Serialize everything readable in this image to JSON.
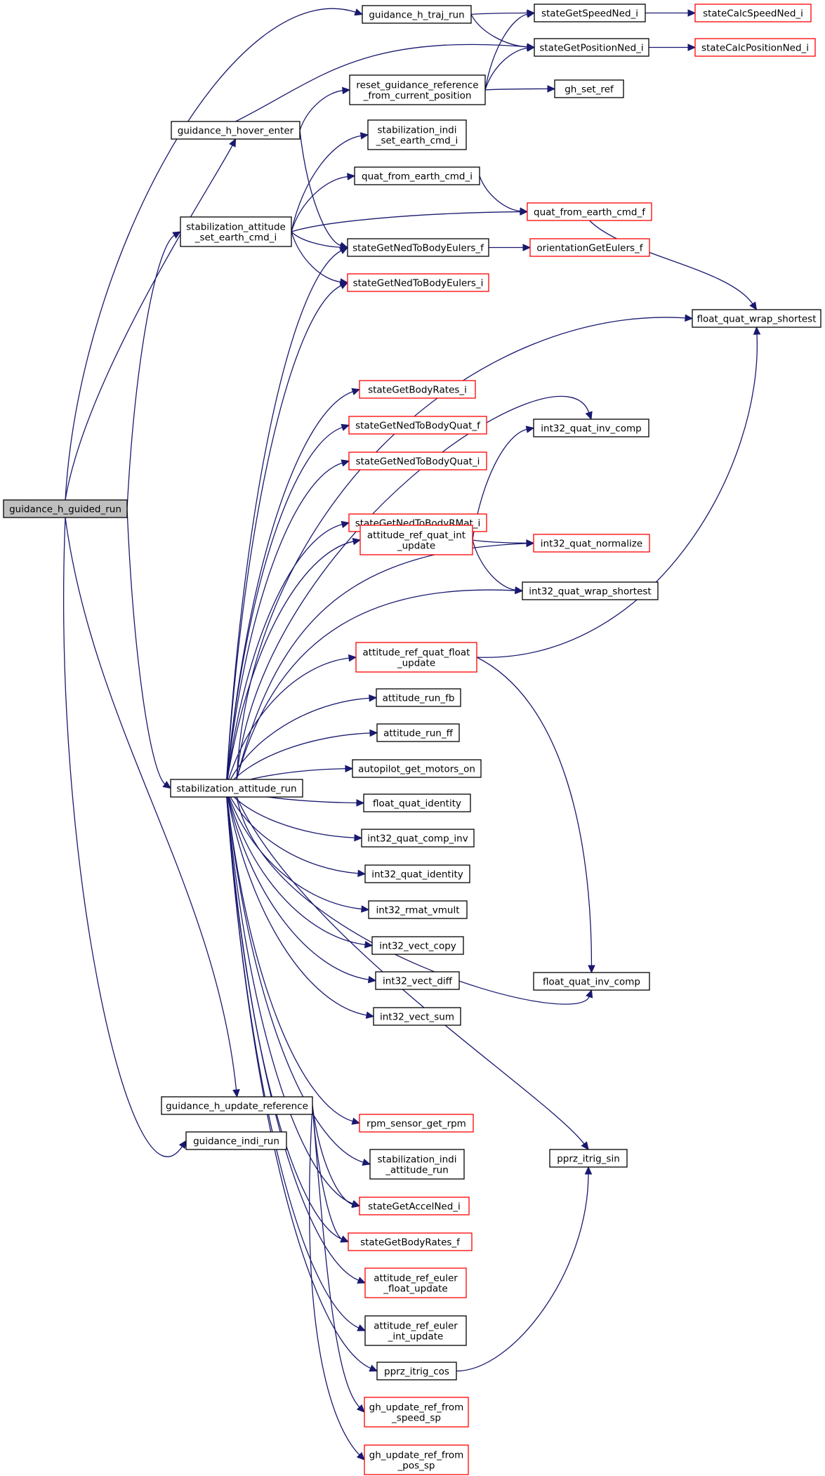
{
  "colors": {
    "edge": "#191970",
    "border_normal": "#000000",
    "border_external": "#ff0000",
    "fill_root": "#bfbfbf",
    "fill_normal": "#ffffff"
  },
  "nodes": [
    {
      "id": "root",
      "lines": [
        "guidance_h_guided_run"
      ],
      "kind": "root"
    },
    {
      "id": "traj",
      "lines": [
        "guidance_h_traj_run"
      ],
      "kind": "normal"
    },
    {
      "id": "speedi",
      "lines": [
        "stateGetSpeedNed_i"
      ],
      "kind": "normal"
    },
    {
      "id": "calcspeed",
      "lines": [
        "stateCalcSpeedNed_i"
      ],
      "kind": "external"
    },
    {
      "id": "posi",
      "lines": [
        "stateGetPositionNed_i"
      ],
      "kind": "normal"
    },
    {
      "id": "calcpos",
      "lines": [
        "stateCalcPositionNed_i"
      ],
      "kind": "external"
    },
    {
      "id": "reset",
      "lines": [
        "reset_guidance_reference",
        "_from_current_position"
      ],
      "kind": "normal"
    },
    {
      "id": "ghset",
      "lines": [
        "gh_set_ref"
      ],
      "kind": "normal"
    },
    {
      "id": "hover",
      "lines": [
        "guidance_h_hover_enter"
      ],
      "kind": "normal"
    },
    {
      "id": "stabindiset",
      "lines": [
        "stabilization_indi",
        "_set_earth_cmd_i"
      ],
      "kind": "normal"
    },
    {
      "id": "stabset",
      "lines": [
        "stabilization_attitude",
        "_set_earth_cmd_i"
      ],
      "kind": "normal"
    },
    {
      "id": "quatecmdi",
      "lines": [
        "quat_from_earth_cmd_i"
      ],
      "kind": "normal"
    },
    {
      "id": "quatecmdf",
      "lines": [
        "quat_from_earth_cmd_f"
      ],
      "kind": "external"
    },
    {
      "id": "eulersf",
      "lines": [
        "stateGetNedToBodyEulers_f"
      ],
      "kind": "normal"
    },
    {
      "id": "orient",
      "lines": [
        "orientationGetEulers_f"
      ],
      "kind": "external"
    },
    {
      "id": "eulersi",
      "lines": [
        "stateGetNedToBodyEulers_i"
      ],
      "kind": "external"
    },
    {
      "id": "fqws",
      "lines": [
        "float_quat_wrap_shortest"
      ],
      "kind": "normal"
    },
    {
      "id": "bodyratesi",
      "lines": [
        "stateGetBodyRates_i"
      ],
      "kind": "external"
    },
    {
      "id": "i32inv",
      "lines": [
        "int32_quat_inv_comp"
      ],
      "kind": "normal"
    },
    {
      "id": "bquatf",
      "lines": [
        "stateGetNedToBodyQuat_f"
      ],
      "kind": "external"
    },
    {
      "id": "bquati",
      "lines": [
        "stateGetNedToBodyQuat_i"
      ],
      "kind": "external"
    },
    {
      "id": "brmati",
      "lines": [
        "stateGetNedToBodyRMat_i"
      ],
      "kind": "external"
    },
    {
      "id": "arqint",
      "lines": [
        "attitude_ref_quat_int",
        "_update"
      ],
      "kind": "external"
    },
    {
      "id": "i32norm",
      "lines": [
        "int32_quat_normalize"
      ],
      "kind": "external"
    },
    {
      "id": "i32ws",
      "lines": [
        "int32_quat_wrap_shortest"
      ],
      "kind": "normal"
    },
    {
      "id": "arqf",
      "lines": [
        "attitude_ref_quat_float",
        "_update"
      ],
      "kind": "external"
    },
    {
      "id": "runfb",
      "lines": [
        "attitude_run_fb"
      ],
      "kind": "normal"
    },
    {
      "id": "runff",
      "lines": [
        "attitude_run_ff"
      ],
      "kind": "normal"
    },
    {
      "id": "stabrun",
      "lines": [
        "stabilization_attitude_run"
      ],
      "kind": "normal"
    },
    {
      "id": "motors",
      "lines": [
        "autopilot_get_motors_on"
      ],
      "kind": "normal"
    },
    {
      "id": "fqid",
      "lines": [
        "float_quat_identity"
      ],
      "kind": "normal"
    },
    {
      "id": "i32cinv",
      "lines": [
        "int32_quat_comp_inv"
      ],
      "kind": "normal"
    },
    {
      "id": "i32id",
      "lines": [
        "int32_quat_identity"
      ],
      "kind": "normal"
    },
    {
      "id": "rmat",
      "lines": [
        "int32_rmat_vmult"
      ],
      "kind": "normal"
    },
    {
      "id": "vcopy",
      "lines": [
        "int32_vect_copy"
      ],
      "kind": "normal"
    },
    {
      "id": "vdiff",
      "lines": [
        "int32_vect_diff"
      ],
      "kind": "normal"
    },
    {
      "id": "fqinv",
      "lines": [
        "float_quat_inv_comp"
      ],
      "kind": "normal"
    },
    {
      "id": "vsum",
      "lines": [
        "int32_vect_sum"
      ],
      "kind": "normal"
    },
    {
      "id": "updref",
      "lines": [
        "guidance_h_update_reference"
      ],
      "kind": "normal"
    },
    {
      "id": "rpm",
      "lines": [
        "rpm_sensor_get_rpm"
      ],
      "kind": "external"
    },
    {
      "id": "indirun",
      "lines": [
        "guidance_indi_run"
      ],
      "kind": "normal"
    },
    {
      "id": "stabindirun",
      "lines": [
        "stabilization_indi",
        "_attitude_run"
      ],
      "kind": "normal"
    },
    {
      "id": "sin",
      "lines": [
        "pprz_itrig_sin"
      ],
      "kind": "normal"
    },
    {
      "id": "accel",
      "lines": [
        "stateGetAccelNed_i"
      ],
      "kind": "external"
    },
    {
      "id": "bodyratesf",
      "lines": [
        "stateGetBodyRates_f"
      ],
      "kind": "external"
    },
    {
      "id": "areulf",
      "lines": [
        "attitude_ref_euler",
        "_float_update"
      ],
      "kind": "external"
    },
    {
      "id": "areuli",
      "lines": [
        "attitude_ref_euler",
        "_int_update"
      ],
      "kind": "normal"
    },
    {
      "id": "cos",
      "lines": [
        "pprz_itrig_cos"
      ],
      "kind": "normal"
    },
    {
      "id": "ghspeed",
      "lines": [
        "gh_update_ref_from",
        "_speed_sp"
      ],
      "kind": "external"
    },
    {
      "id": "ghpos",
      "lines": [
        "gh_update_ref_from",
        "_pos_sp"
      ],
      "kind": "external"
    }
  ],
  "edges": [
    [
      "root",
      "traj"
    ],
    [
      "root",
      "hover"
    ],
    [
      "root",
      "stabset"
    ],
    [
      "root",
      "stabrun"
    ],
    [
      "root",
      "updref"
    ],
    [
      "root",
      "indirun"
    ],
    [
      "traj",
      "speedi"
    ],
    [
      "traj",
      "posi"
    ],
    [
      "speedi",
      "calcspeed"
    ],
    [
      "posi",
      "calcpos"
    ],
    [
      "hover",
      "posi"
    ],
    [
      "hover",
      "reset"
    ],
    [
      "hover",
      "eulersf"
    ],
    [
      "reset",
      "speedi"
    ],
    [
      "reset",
      "posi"
    ],
    [
      "reset",
      "ghset"
    ],
    [
      "stabset",
      "stabindiset"
    ],
    [
      "stabset",
      "quatecmdi"
    ],
    [
      "stabset",
      "quatecmdf"
    ],
    [
      "stabset",
      "eulersf"
    ],
    [
      "stabset",
      "eulersi"
    ],
    [
      "quatecmdi",
      "quatecmdf"
    ],
    [
      "quatecmdf",
      "fqws"
    ],
    [
      "eulersf",
      "orient"
    ],
    [
      "stabrun",
      "eulersf"
    ],
    [
      "stabrun",
      "eulersi"
    ],
    [
      "stabrun",
      "fqws"
    ],
    [
      "stabrun",
      "i32inv"
    ],
    [
      "stabrun",
      "bodyratesi"
    ],
    [
      "stabrun",
      "bquatf"
    ],
    [
      "stabrun",
      "bquati"
    ],
    [
      "stabrun",
      "brmati"
    ],
    [
      "stabrun",
      "arqint"
    ],
    [
      "stabrun",
      "i32norm"
    ],
    [
      "stabrun",
      "i32ws"
    ],
    [
      "stabrun",
      "arqf"
    ],
    [
      "stabrun",
      "runfb"
    ],
    [
      "stabrun",
      "runff"
    ],
    [
      "stabrun",
      "motors"
    ],
    [
      "stabrun",
      "fqid"
    ],
    [
      "stabrun",
      "i32cinv"
    ],
    [
      "stabrun",
      "i32id"
    ],
    [
      "stabrun",
      "rmat"
    ],
    [
      "stabrun",
      "vcopy"
    ],
    [
      "stabrun",
      "vdiff"
    ],
    [
      "stabrun",
      "vsum"
    ],
    [
      "stabrun",
      "fqinv"
    ],
    [
      "stabrun",
      "sin"
    ],
    [
      "stabrun",
      "rpm"
    ],
    [
      "stabrun",
      "stabindirun"
    ],
    [
      "stabrun",
      "accel"
    ],
    [
      "stabrun",
      "bodyratesf"
    ],
    [
      "stabrun",
      "areulf"
    ],
    [
      "stabrun",
      "areuli"
    ],
    [
      "stabrun",
      "cos"
    ],
    [
      "arqint",
      "i32inv"
    ],
    [
      "arqint",
      "i32norm"
    ],
    [
      "arqint",
      "i32ws"
    ],
    [
      "arqf",
      "fqws"
    ],
    [
      "arqf",
      "fqinv"
    ],
    [
      "updref",
      "ghspeed"
    ],
    [
      "updref",
      "ghpos"
    ],
    [
      "updref",
      "accel"
    ],
    [
      "updref",
      "bodyratesf"
    ],
    [
      "cos",
      "sin"
    ]
  ]
}
